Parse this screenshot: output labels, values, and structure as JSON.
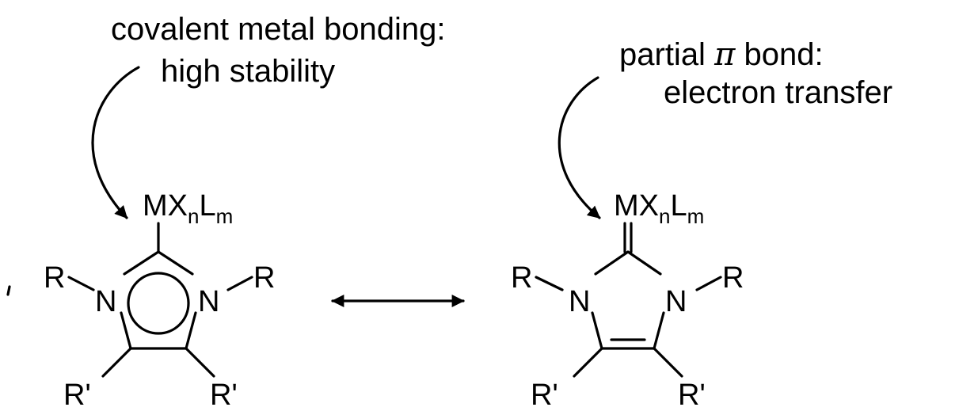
{
  "captions": {
    "left_line1": "covalent metal bonding:",
    "left_line2": "high stability",
    "right_line1_pre": "partial ",
    "right_line1_pi": "π",
    "right_line1_post": " bond:",
    "right_line2": "electron transfer"
  },
  "left_structure": {
    "metal_M": "M",
    "metal_X": "X",
    "metal_n": "n",
    "metal_L": "L",
    "metal_m": "m",
    "substituent_left": "R",
    "substituent_right": "R",
    "nitrogen_left": "N",
    "nitrogen_right": "N",
    "backbone_left": "R'",
    "backbone_right": "R'"
  },
  "right_structure": {
    "metal_M": "M",
    "metal_X": "X",
    "metal_n": "n",
    "metal_L": "L",
    "metal_m": "m",
    "substituent_left": "R",
    "substituent_right": "R",
    "nitrogen_left": "N",
    "nitrogen_right": "N",
    "backbone_left": "R'",
    "backbone_right": "R'"
  }
}
